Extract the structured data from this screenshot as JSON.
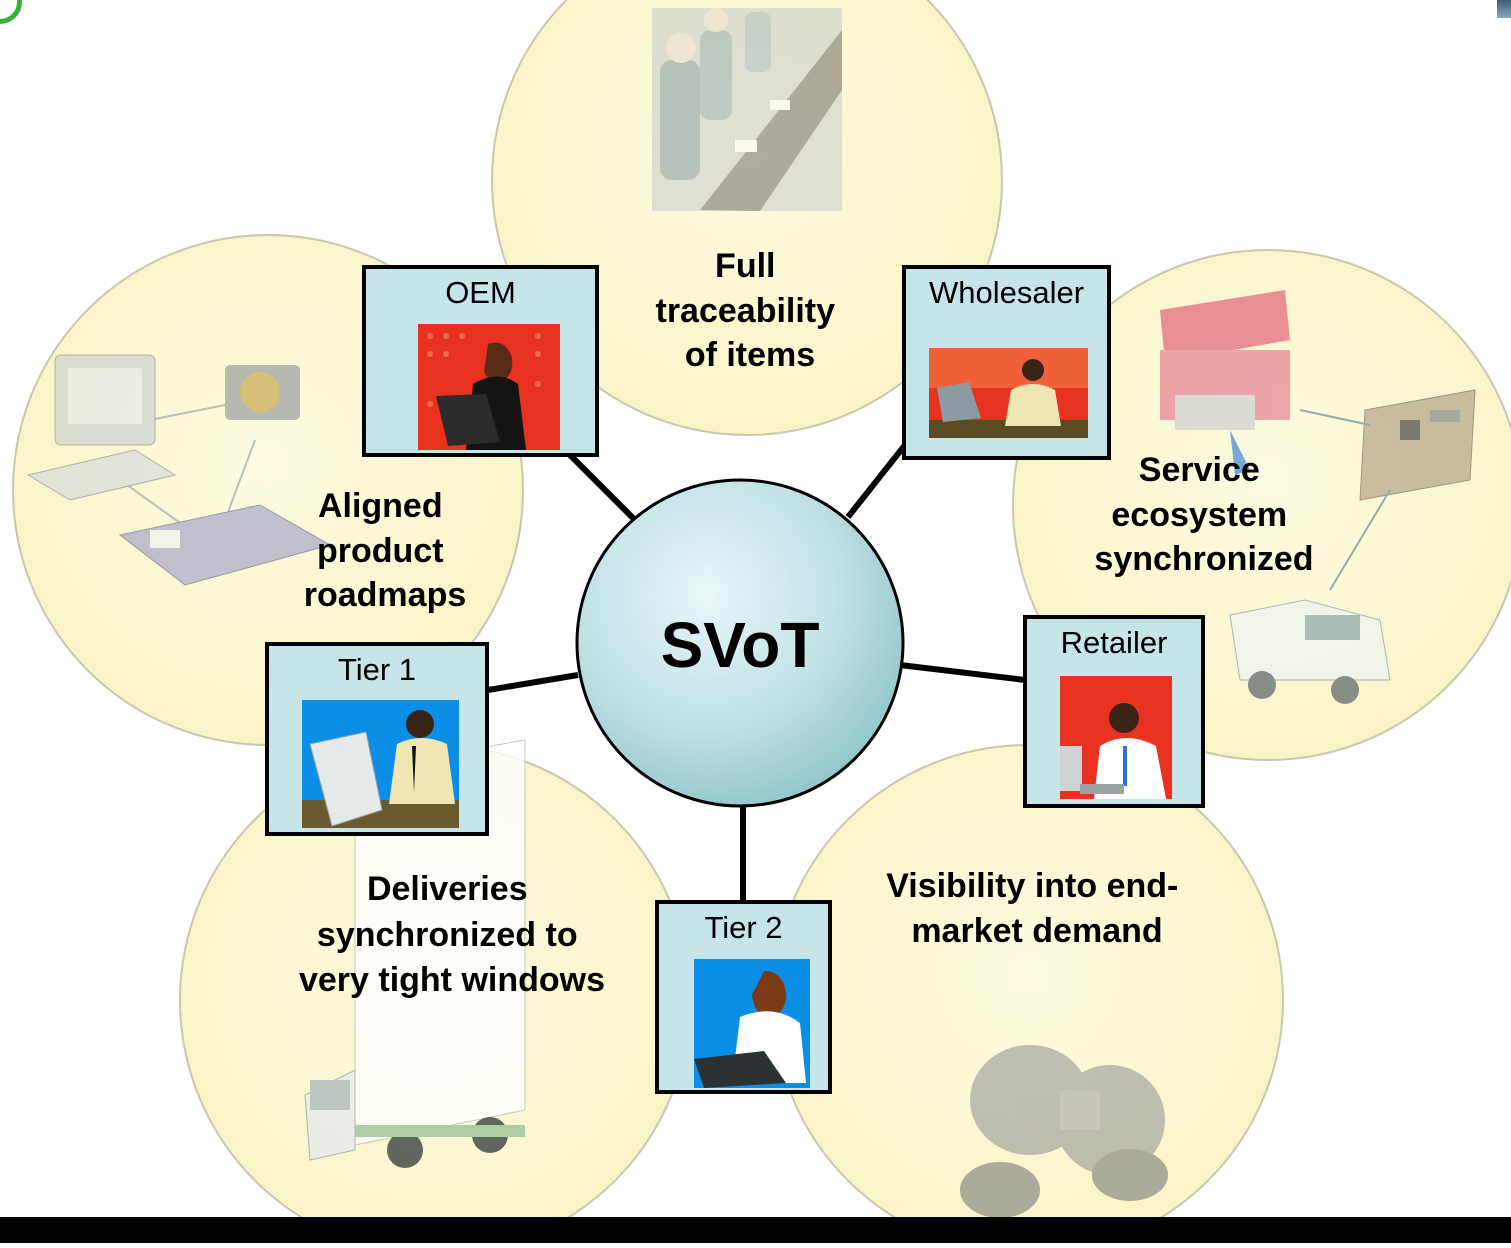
{
  "center": {
    "label": "SVoT"
  },
  "bubbles": {
    "top": [
      "Full",
      "traceability",
      "of items"
    ],
    "left": [
      "Aligned",
      "product",
      "roadmaps"
    ],
    "right": [
      "Service",
      "ecosystem",
      "synchronized"
    ],
    "bottom_left": [
      "Deliveries",
      "synchronized to",
      "very tight windows"
    ],
    "bottom_right": [
      "Visibility into end-",
      "market demand"
    ]
  },
  "roles": {
    "oem": "OEM",
    "wholesaler": "Wholesaler",
    "retailer": "Retailer",
    "tier1": "Tier 1",
    "tier2": "Tier 2"
  },
  "colors": {
    "bubble_fill": "#fbf8cf",
    "bubble_edge": "#c9c7ad",
    "hub_fill": "#b9dde0",
    "role_fill": "#c7e5e8",
    "picture_red": "#e8321f",
    "picture_blue": "#0a8ee6"
  },
  "icons": [
    "assembly-line-picture",
    "computer-network-picture",
    "toolbox-picture",
    "delivery-van-picture",
    "truck-picture",
    "binoculars-picture"
  ]
}
